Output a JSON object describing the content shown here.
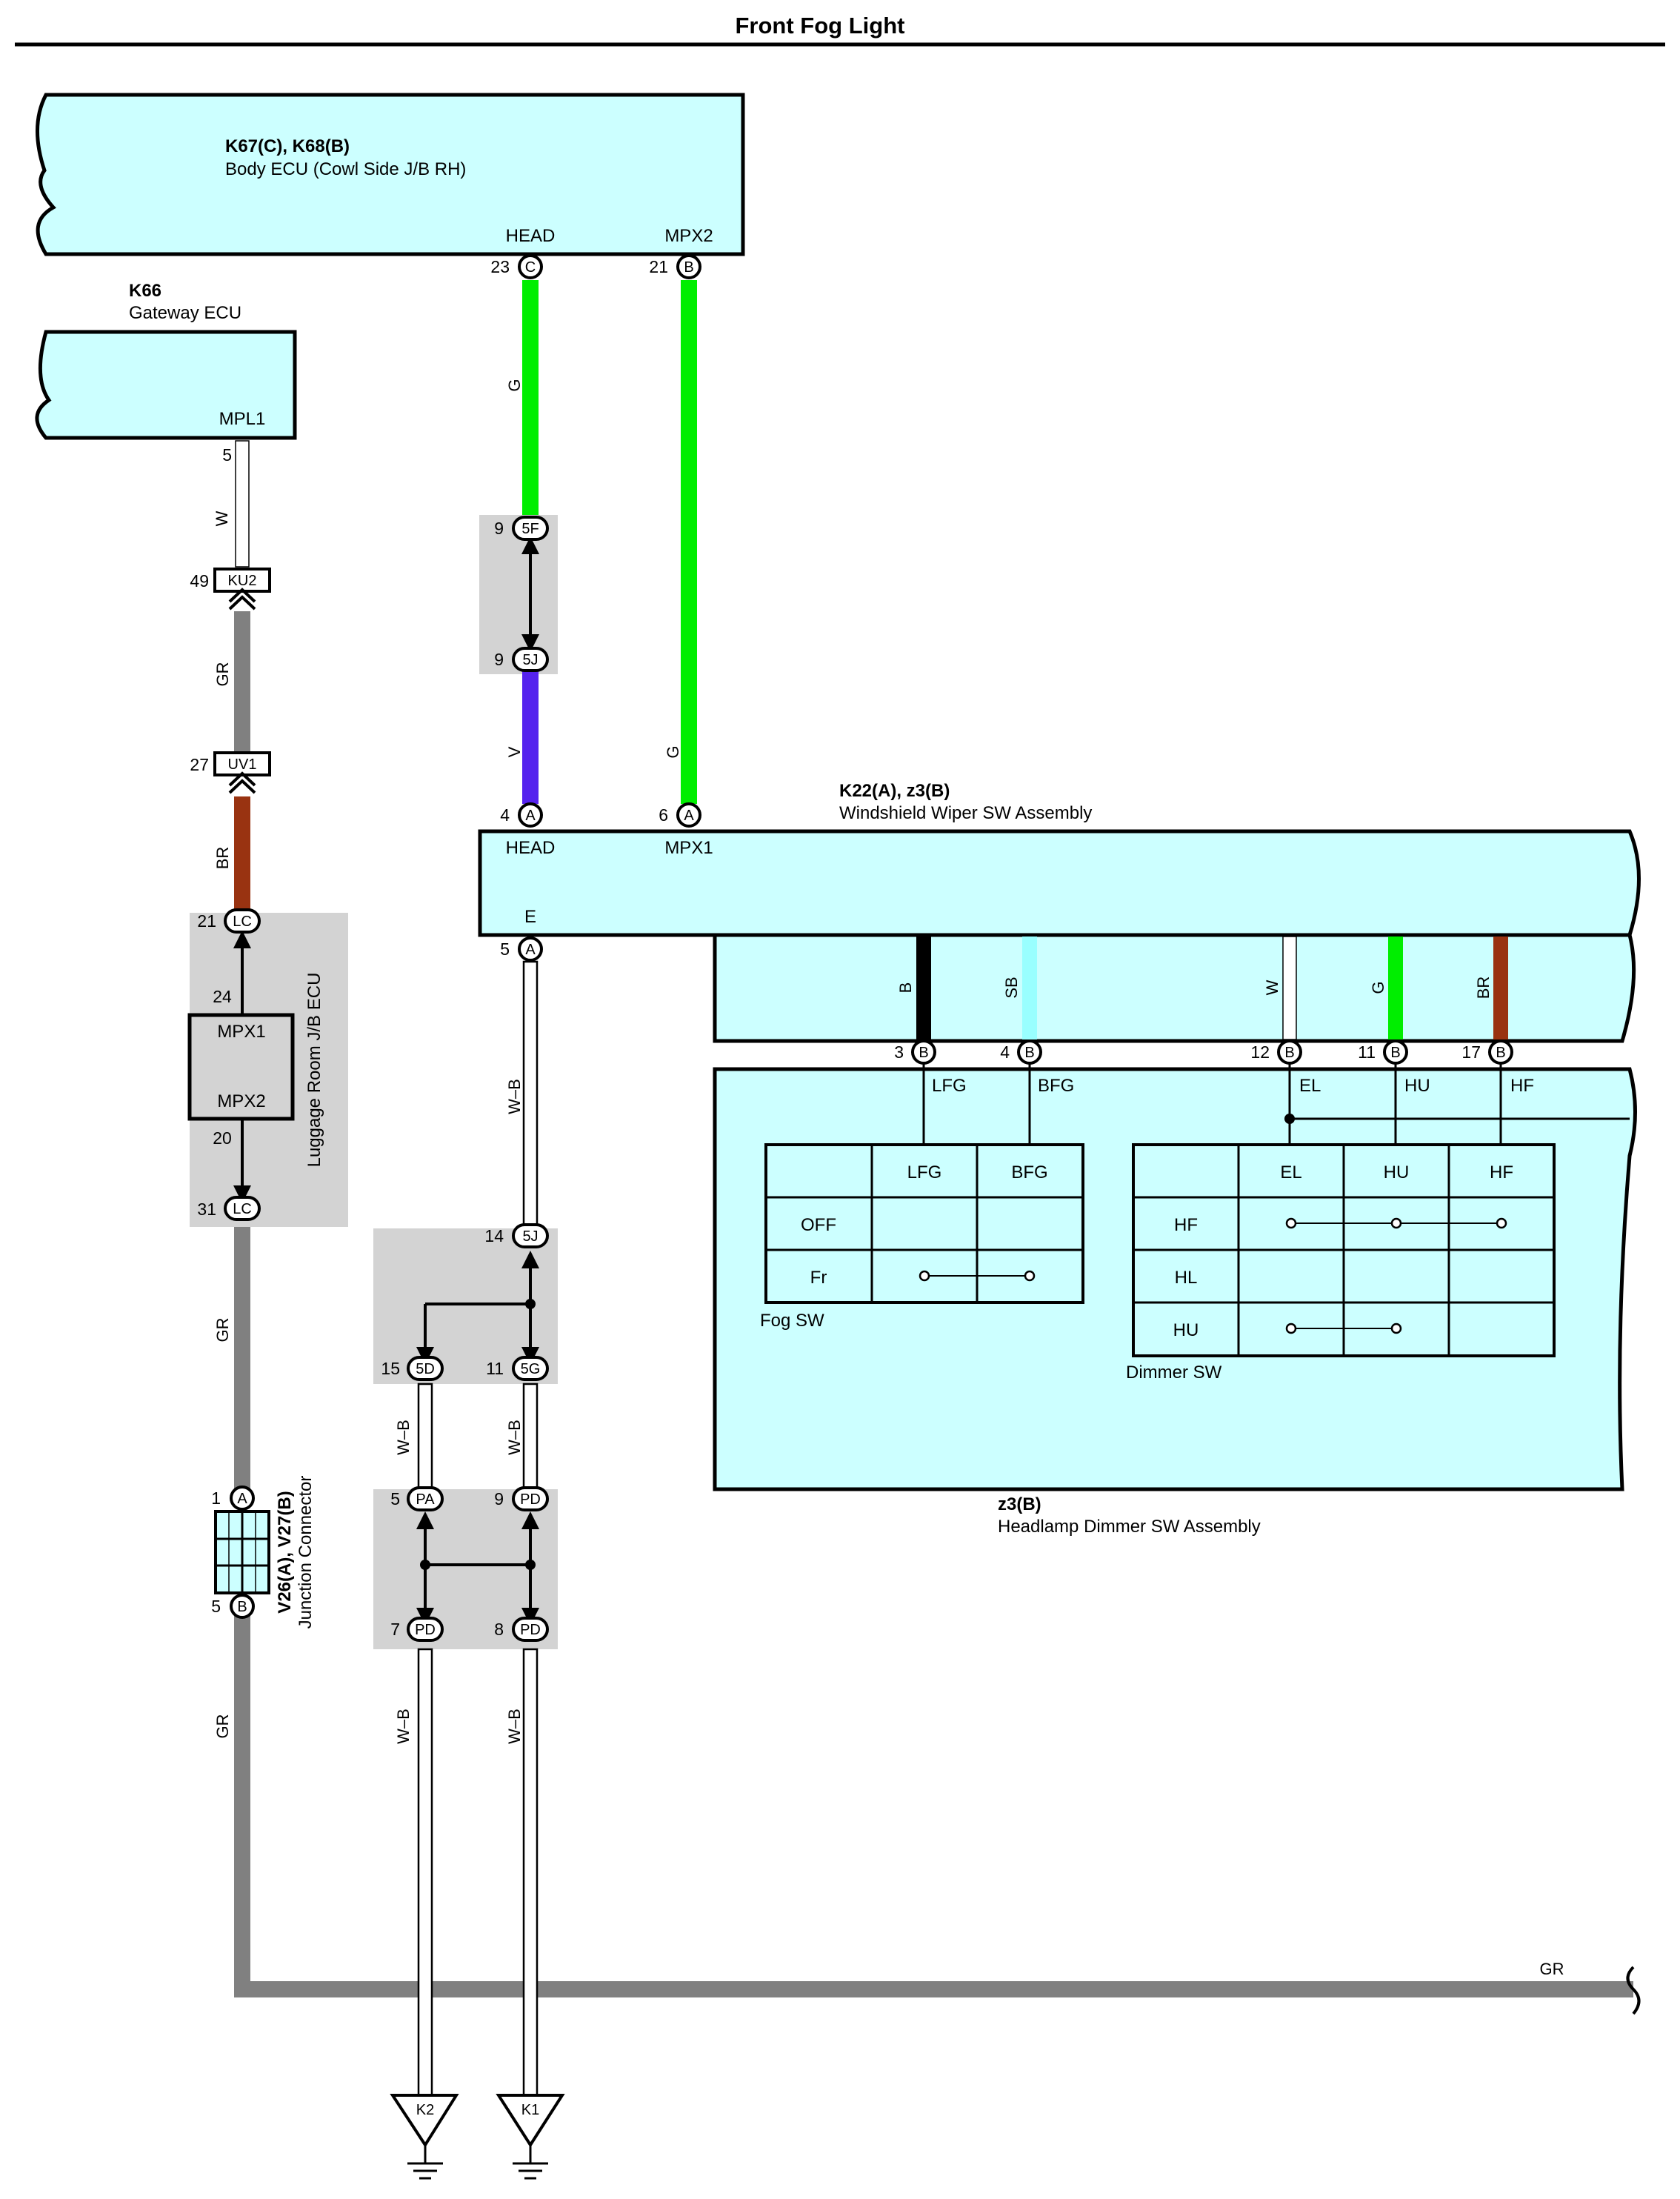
{
  "title": "Front Fog Light",
  "colors": {
    "component_fill": "#ccffff",
    "splice_fill": "#d3d3d3",
    "wire_G": "#00ee00",
    "wire_V": "#5522ee",
    "wire_GR": "#808080",
    "wire_BR": "#993311",
    "wire_SB": "#99ffff",
    "wire_B": "#000000",
    "wire_W": "#ffffff",
    "wire_WB": "#ffffff"
  },
  "components": {
    "body_ecu": {
      "code": "K67(C), K68(B)",
      "name": "Body ECU (Cowl Side J/B RH)",
      "pin_head": "HEAD",
      "pin_mpx2": "MPX2"
    },
    "gateway_ecu": {
      "code": "K66",
      "name": "Gateway ECU",
      "pin_mpl1": "MPL1"
    },
    "wiper_sw": {
      "code": "K22(A), z3(B)",
      "name": "Windshield Wiper SW Assembly",
      "pin_head": "HEAD",
      "pin_mpx1": "MPX1",
      "pin_e": "E"
    },
    "dimmer_assy": {
      "code": "z3(B)",
      "name": "Headlamp Dimmer SW Assembly"
    },
    "luggage_ecu": {
      "name": "Luggage Room J/B ECU",
      "mpx1": "MPX1",
      "mpx2": "MPX2",
      "pin_a": "24",
      "pin_b": "20"
    },
    "junction_connector": {
      "code": "V26(A), V27(B)",
      "name": "Junction Connector"
    }
  },
  "connectors": {
    "c23": {
      "num": "23",
      "id": "C"
    },
    "c21": {
      "num": "21",
      "id": "B"
    },
    "mpl_pin": {
      "num": "5"
    },
    "ku2": {
      "num": "49",
      "id": "KU2"
    },
    "uv1": {
      "num": "27",
      "id": "UV1"
    },
    "lc21": {
      "num": "21",
      "id": "LC"
    },
    "lc31": {
      "num": "31",
      "id": "LC"
    },
    "f5f": {
      "num": "9",
      "id": "5F"
    },
    "j5j_top": {
      "num": "9",
      "id": "5J"
    },
    "a4": {
      "num": "4",
      "id": "A"
    },
    "a6": {
      "num": "6",
      "id": "A"
    },
    "a5": {
      "num": "5",
      "id": "A"
    },
    "j5j_14": {
      "num": "14",
      "id": "5J"
    },
    "d15": {
      "num": "15",
      "id": "5D"
    },
    "g11": {
      "num": "11",
      "id": "5G"
    },
    "pa5": {
      "num": "5",
      "id": "PA"
    },
    "pd9": {
      "num": "9",
      "id": "PD"
    },
    "pd7": {
      "num": "7",
      "id": "PD"
    },
    "pd8": {
      "num": "8",
      "id": "PD"
    },
    "ja1": {
      "num": "1",
      "id": "A"
    },
    "jb5": {
      "num": "5",
      "id": "B"
    },
    "b3": {
      "num": "3",
      "id": "B"
    },
    "b4": {
      "num": "4",
      "id": "B"
    },
    "b12": {
      "num": "12",
      "id": "B"
    },
    "b11": {
      "num": "11",
      "id": "B"
    },
    "b17": {
      "num": "17",
      "id": "B"
    }
  },
  "wire_labels": {
    "g1": "G",
    "g2": "G",
    "w": "W",
    "gr1": "GR",
    "br": "BR",
    "v": "V",
    "gr2": "GR",
    "gr3": "GR",
    "gr4": "GR",
    "wb1": "W–B",
    "wb2": "W–B",
    "wb3": "W–B",
    "wb4": "W–B",
    "wb5": "W–B",
    "b": "B",
    "sb": "SB",
    "w2": "W",
    "g3": "G",
    "br2": "BR"
  },
  "sig_labels": {
    "lfg": "LFG",
    "bfg": "BFG",
    "el": "EL",
    "hu": "HU",
    "hf": "HF"
  },
  "fog_sw": {
    "caption": "Fog SW",
    "headers": [
      "LFG",
      "BFG"
    ],
    "rows": [
      "OFF",
      "Fr"
    ]
  },
  "dimmer_sw": {
    "caption": "Dimmer SW",
    "headers": [
      "EL",
      "HU",
      "HF"
    ],
    "rows": [
      "HF",
      "HL",
      "HU"
    ]
  },
  "grounds": {
    "k2": "K2",
    "k1": "K1"
  }
}
